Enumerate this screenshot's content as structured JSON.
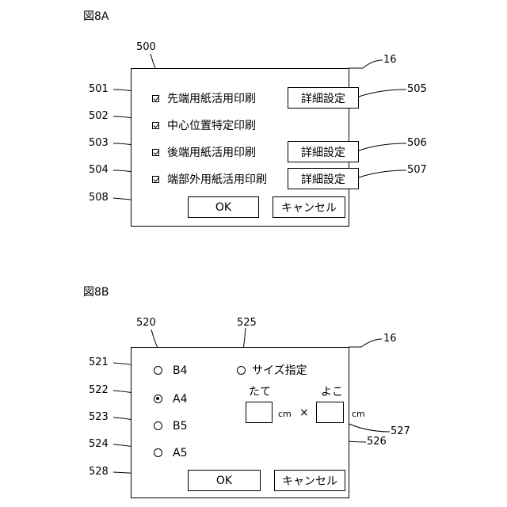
{
  "fig8a": {
    "title": "図8A",
    "panel_ref": "500",
    "screen_ref": "16",
    "rows": [
      {
        "ref": "501",
        "label": "先端用紙活用印刷",
        "checked": true,
        "detail_label": "詳細設定",
        "detail_ref": "505"
      },
      {
        "ref": "502",
        "label": "中心位置特定印刷",
        "checked": true
      },
      {
        "ref": "503",
        "label": "後端用紙活用印刷",
        "checked": true,
        "detail_label": "詳細設定",
        "detail_ref": "506"
      },
      {
        "ref": "504",
        "label": "端部外用紙活用印刷",
        "checked": true,
        "detail_label": "詳細設定",
        "detail_ref": "507"
      }
    ],
    "ok_label": "OK",
    "ok_ref": "508",
    "cancel_label": "キャンセル"
  },
  "fig8b": {
    "title": "図8B",
    "panel_ref": "520",
    "screen_ref": "16",
    "size_options": [
      {
        "ref": "521",
        "label": "B4",
        "selected": false
      },
      {
        "ref": "522",
        "label": "A4",
        "selected": true
      },
      {
        "ref": "523",
        "label": "B5",
        "selected": false
      },
      {
        "ref": "524",
        "label": "A5",
        "selected": false
      }
    ],
    "custom": {
      "ref": "525",
      "label": "サイズ指定",
      "selected": false,
      "height_label": "たて",
      "height_unit": "cm",
      "height_ref": "526",
      "times": "×",
      "width_label": "よこ",
      "width_unit": "cm",
      "width_ref": "527"
    },
    "ok_label": "OK",
    "ok_ref": "528",
    "cancel_label": "キャンセル"
  }
}
